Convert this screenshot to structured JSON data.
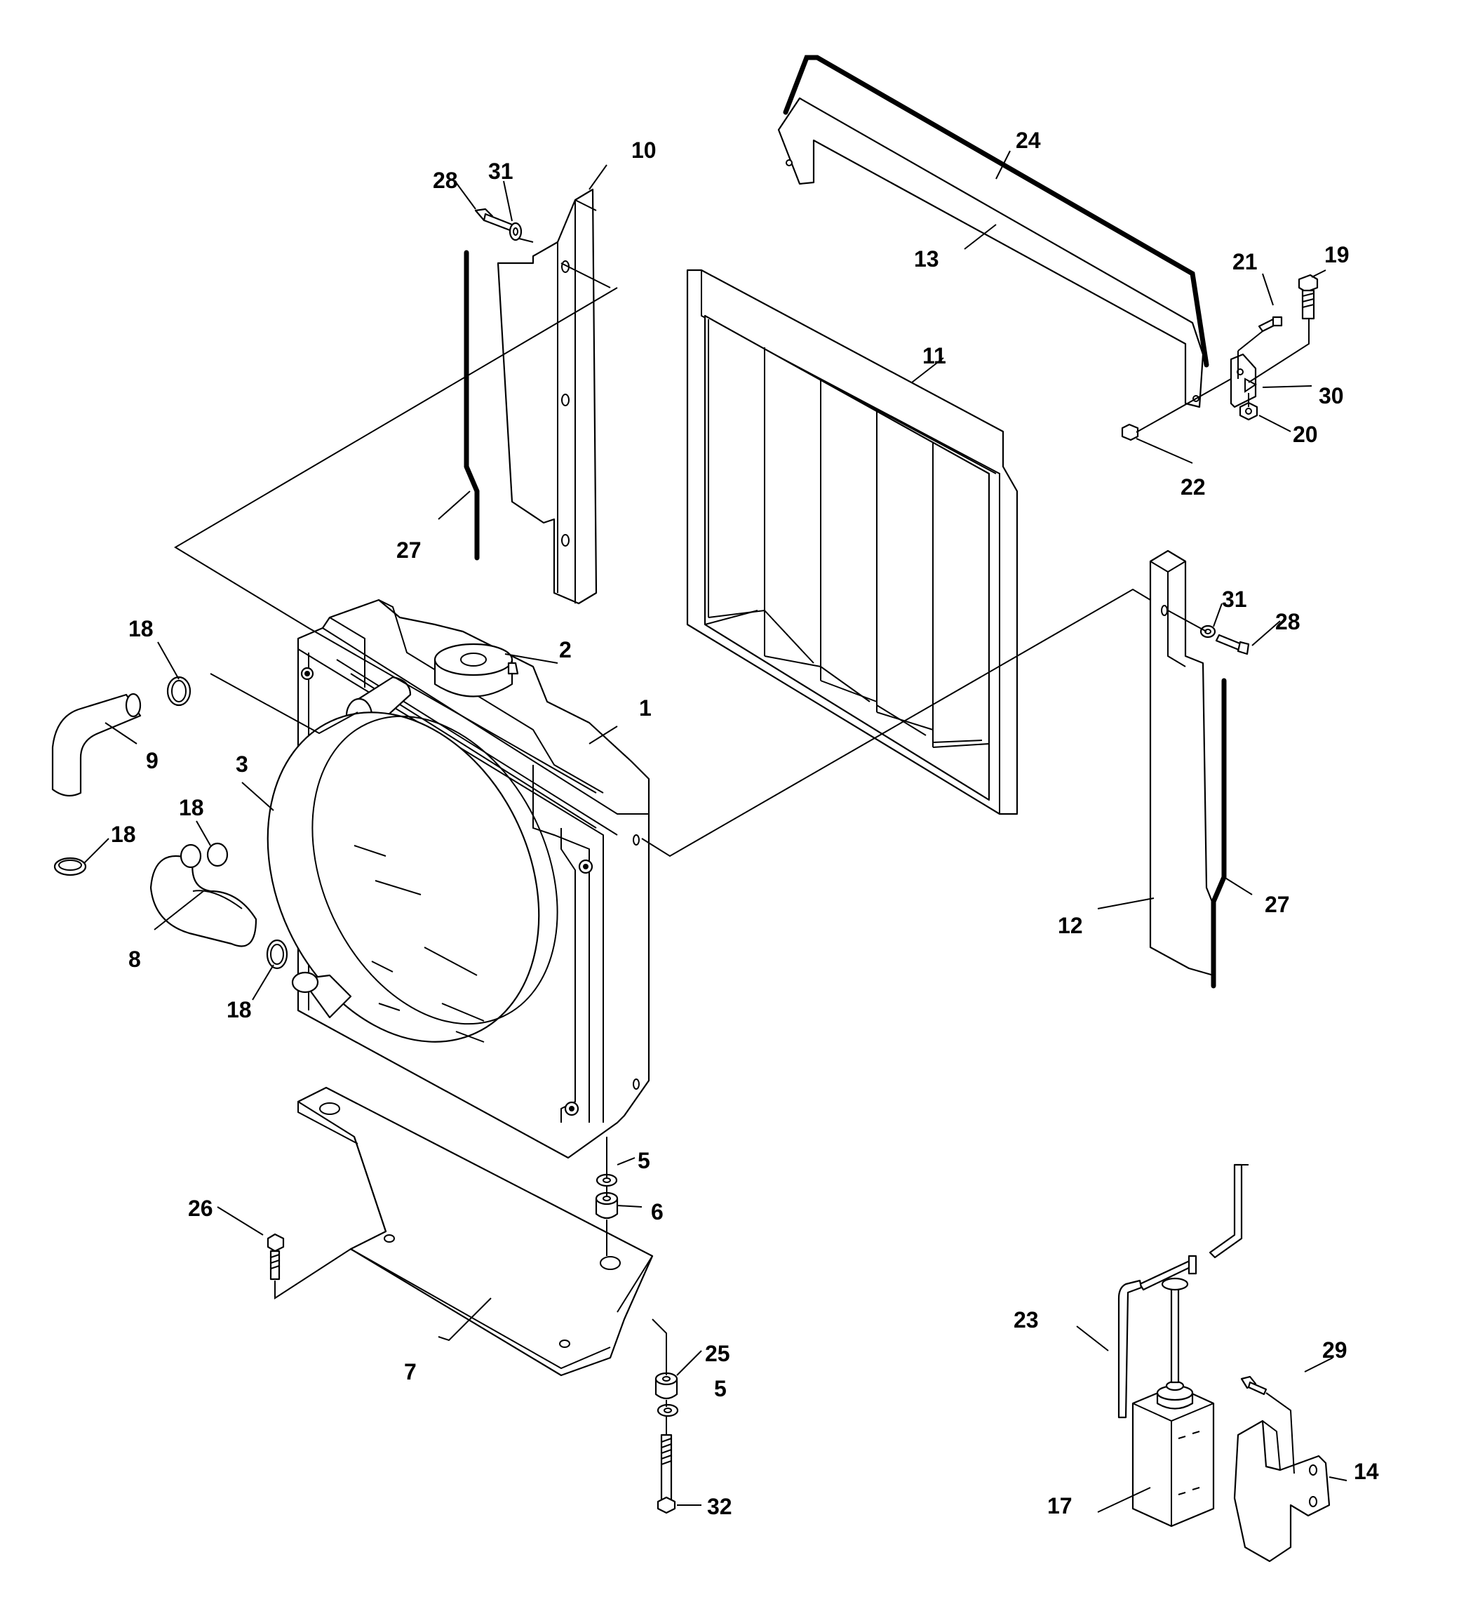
{
  "callouts": [
    {
      "id": "c1",
      "text": "1"
    },
    {
      "id": "c2",
      "text": "2"
    },
    {
      "id": "c3",
      "text": "3"
    },
    {
      "id": "c5a",
      "text": "5"
    },
    {
      "id": "c5b",
      "text": "5"
    },
    {
      "id": "c6",
      "text": "6"
    },
    {
      "id": "c7",
      "text": "7"
    },
    {
      "id": "c8",
      "text": "8"
    },
    {
      "id": "c9",
      "text": "9"
    },
    {
      "id": "c10",
      "text": "10"
    },
    {
      "id": "c11",
      "text": "11"
    },
    {
      "id": "c12",
      "text": "12"
    },
    {
      "id": "c13",
      "text": "13"
    },
    {
      "id": "c14",
      "text": "14"
    },
    {
      "id": "c17",
      "text": "17"
    },
    {
      "id": "c18a",
      "text": "18"
    },
    {
      "id": "c18b",
      "text": "18"
    },
    {
      "id": "c18c",
      "text": "18"
    },
    {
      "id": "c18d",
      "text": "18"
    },
    {
      "id": "c19",
      "text": "19"
    },
    {
      "id": "c20",
      "text": "20"
    },
    {
      "id": "c21",
      "text": "21"
    },
    {
      "id": "c22",
      "text": "22"
    },
    {
      "id": "c23",
      "text": "23"
    },
    {
      "id": "c24",
      "text": "24"
    },
    {
      "id": "c25",
      "text": "25"
    },
    {
      "id": "c26",
      "text": "26"
    },
    {
      "id": "c27a",
      "text": "27"
    },
    {
      "id": "c27b",
      "text": "27"
    },
    {
      "id": "c28a",
      "text": "28"
    },
    {
      "id": "c28b",
      "text": "28"
    },
    {
      "id": "c29",
      "text": "29"
    },
    {
      "id": "c30",
      "text": "30"
    },
    {
      "id": "c31a",
      "text": "31"
    },
    {
      "id": "c31b",
      "text": "31"
    },
    {
      "id": "c32",
      "text": "32"
    }
  ]
}
